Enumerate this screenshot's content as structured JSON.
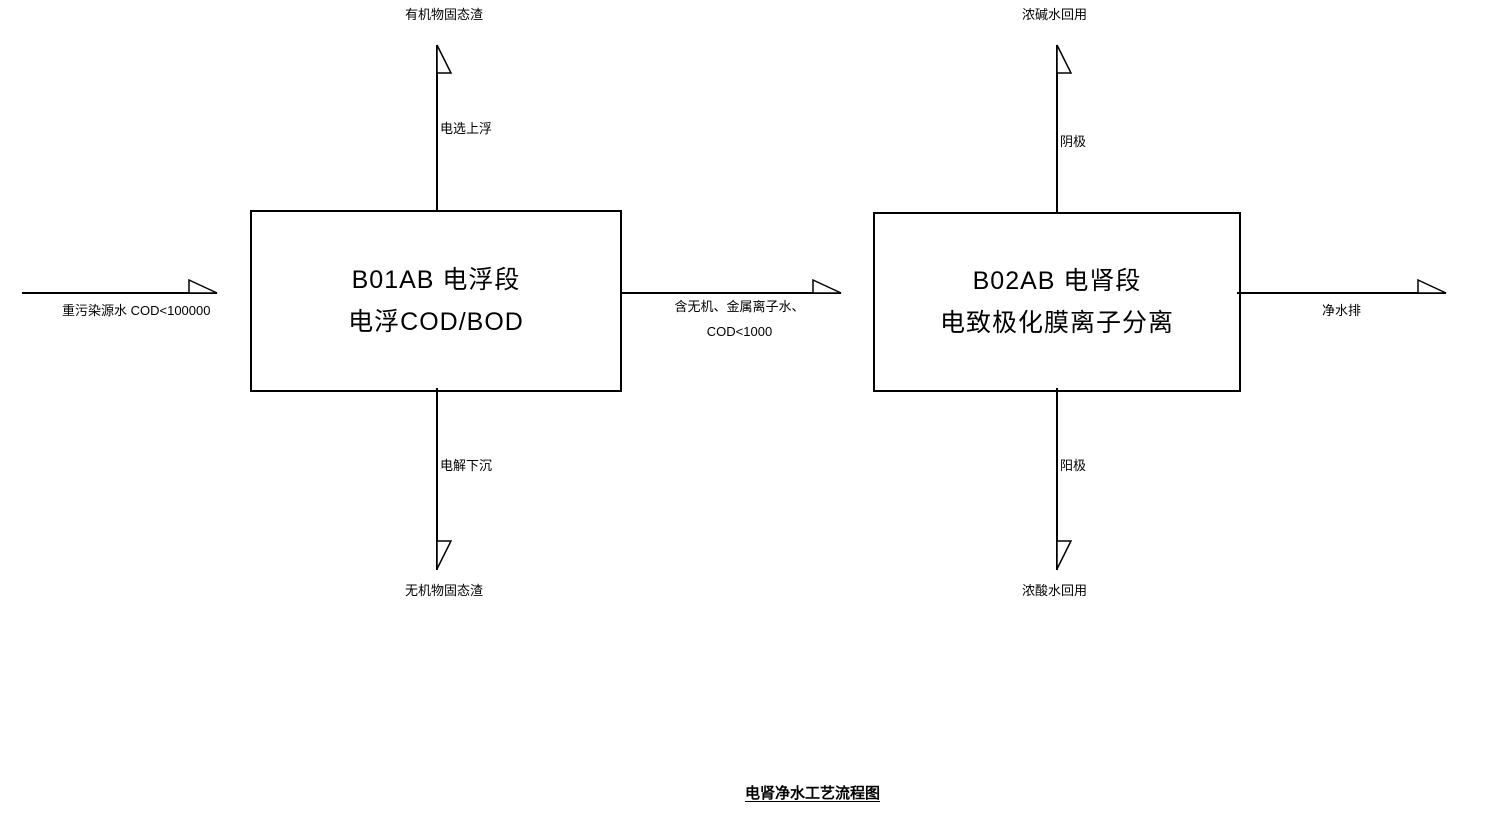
{
  "colors": {
    "line": "#000000",
    "background": "#ffffff"
  },
  "title": "电肾净水工艺流程图",
  "boxes": [
    {
      "line1": "B01AB 电浮段",
      "line2": "电浮COD/BOD"
    },
    {
      "line1": "B02AB 电肾段",
      "line2": "电致极化膜离子分离"
    }
  ],
  "labels": {
    "inlet": "重污染源水  COD<100000",
    "between_line1": "含无机、金属离子水、",
    "between_line2": "COD<1000",
    "outlet": "净水排",
    "b01_top_stream": "电选上浮",
    "b01_top_output": "有机物固态渣",
    "b01_bottom_stream": "电解下沉",
    "b01_bottom_output": "无机物固态渣",
    "b02_top_stream": "阴极",
    "b02_top_output": "浓碱水回用",
    "b02_bottom_stream": "阳极",
    "b02_bottom_output": "浓酸水回用"
  }
}
